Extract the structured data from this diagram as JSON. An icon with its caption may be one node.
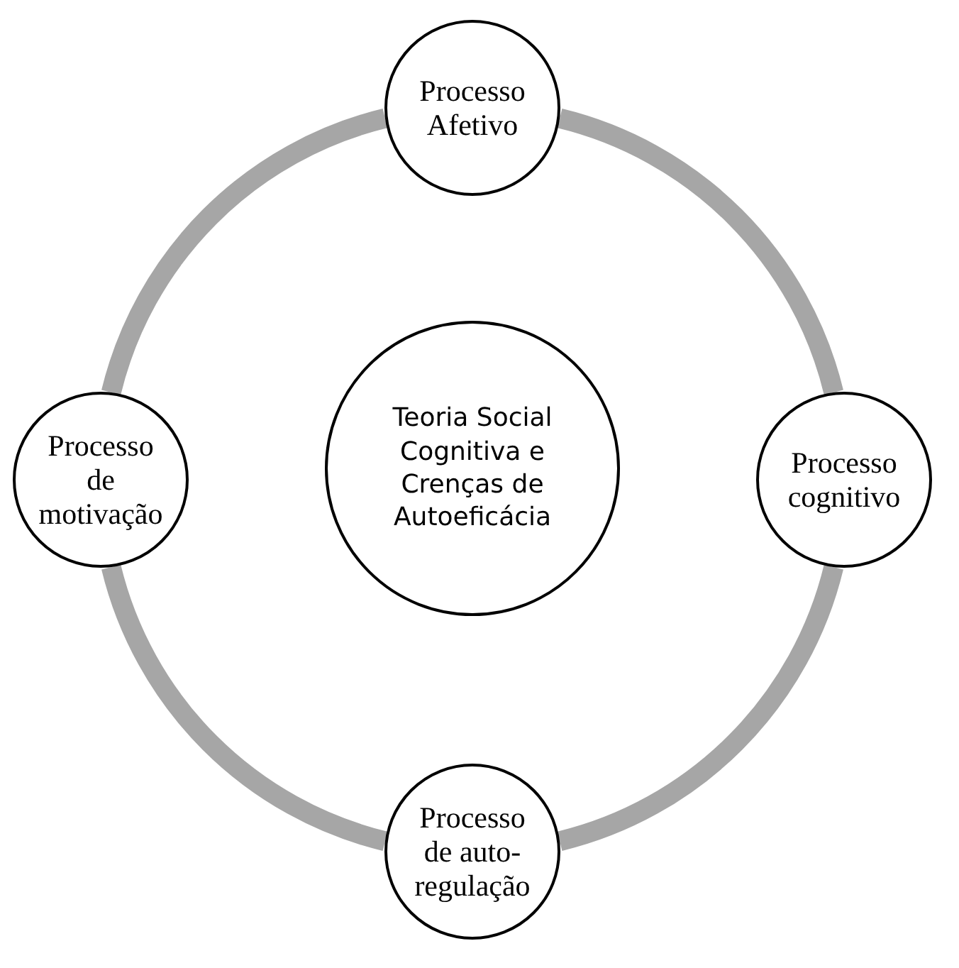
{
  "diagram": {
    "nodes": [
      {
        "text": [
          "Processo Afetivo"
        ]
      },
      {
        "text": [
          "Processo de motivação"
        ]
      },
      {
        "text": [
          "Teoria Social Cognitiva e Crenças de Autoeficácia"
        ]
      },
      {
        "text": [
          "Processo cognitivo"
        ]
      },
      {
        "text": [
          "Processo de auto-regulação"
        ]
      }
    ],
    "edges": [
      {
        "from": 0,
        "to": 3,
        "arrow": "none"
      },
      {
        "from": 3,
        "to": 4,
        "arrow": "none"
      },
      {
        "from": 4,
        "to": 1,
        "arrow": "none"
      },
      {
        "from": 1,
        "to": 0,
        "arrow": "none"
      }
    ]
  }
}
